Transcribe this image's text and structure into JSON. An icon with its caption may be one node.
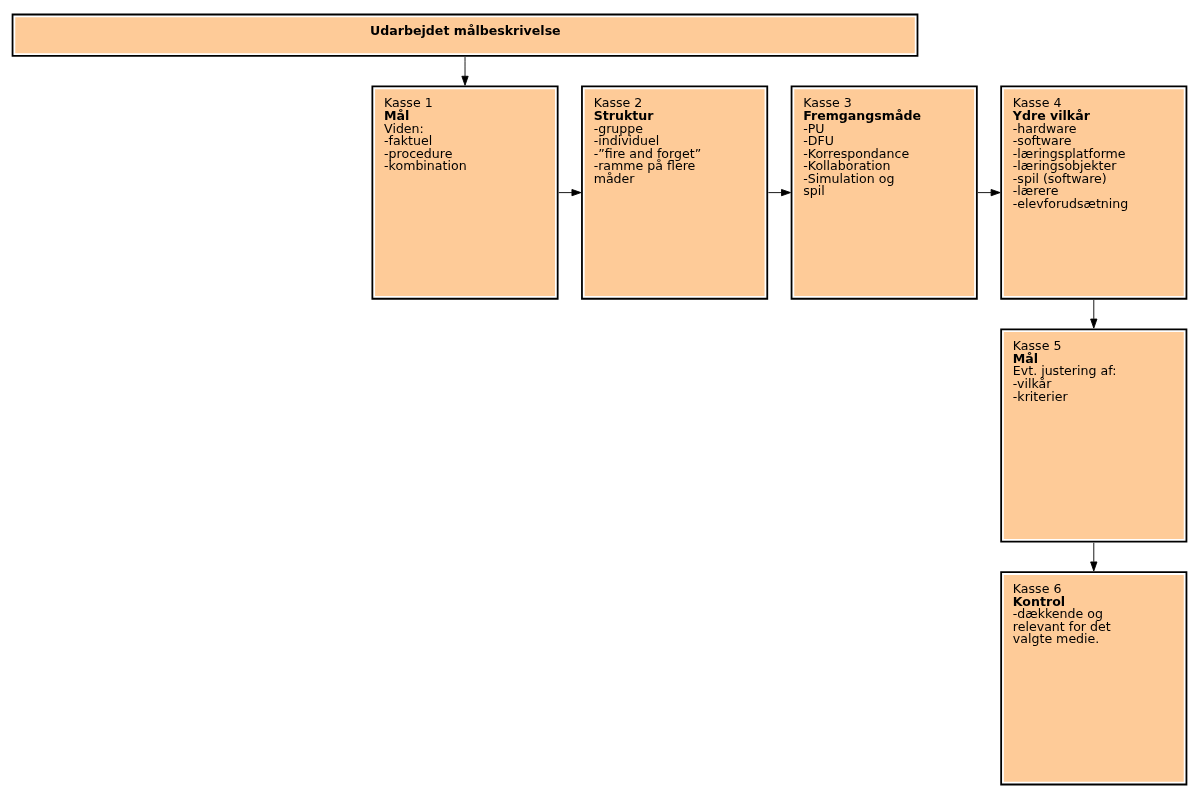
{
  "diagram": {
    "nodes": [
      {
        "text": [
          "Udarbejdet målbeskrivelse"
        ]
      },
      {
        "text": [
          "Kasse 1",
          "Mål",
          "Viden:",
          "-faktuel",
          "-procedure",
          "-kombination"
        ]
      },
      {
        "text": [
          "Kasse 2",
          "Struktur",
          "-gruppe",
          "-individuel",
          "-”fire and forget”",
          "-ramme på flere måder"
        ]
      },
      {
        "text": [
          "Kasse 3",
          "Fremgangsmåde",
          "-PU",
          "-DFU",
          "-Korrespondance",
          "-Kollaboration",
          "-Simulation og spil"
        ]
      },
      {
        "text": [
          "Kasse 4",
          "Ydre vilkår",
          "-hardware",
          "-software",
          "-læringsplatforme",
          "-læringsobjekter",
          "-spil (software)",
          "-lærere",
          "-elevforudsætning"
        ]
      },
      {
        "text": [
          "Kasse 5",
          "Mål",
          "Evt. justering af:",
          "-vilkår",
          "-kriterier"
        ]
      },
      {
        "text": [
          "Kasse 6",
          "Kontrol",
          "-dækkende og relevant for det valgte medie."
        ]
      }
    ],
    "edges": [
      {
        "from": 0,
        "to": 1,
        "arrow": "to"
      },
      {
        "from": 1,
        "to": 2,
        "arrow": "to"
      },
      {
        "from": 2,
        "to": 3,
        "arrow": "to"
      },
      {
        "from": 3,
        "to": 4,
        "arrow": "to"
      },
      {
        "from": 4,
        "to": 5,
        "arrow": "to"
      },
      {
        "from": 5,
        "to": 6,
        "arrow": "to"
      }
    ]
  }
}
